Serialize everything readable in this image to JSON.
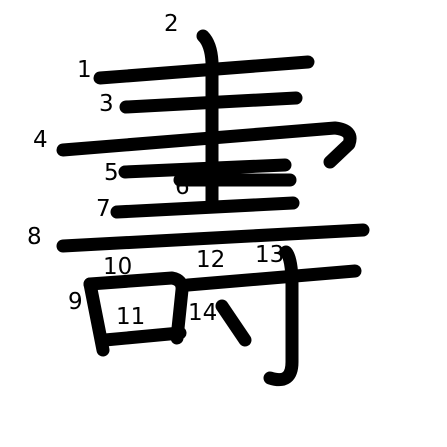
{
  "character": {
    "stroke_count": 14,
    "stroke_color": "#000000",
    "background_color": "#ffffff"
  },
  "stroke_numbers": [
    "1",
    "2",
    "3",
    "4",
    "5",
    "6",
    "7",
    "8",
    "9",
    "10",
    "11",
    "12",
    "13",
    "14"
  ]
}
